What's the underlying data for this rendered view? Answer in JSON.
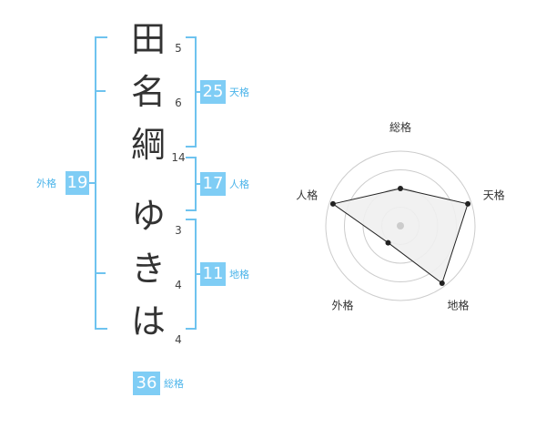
{
  "name": {
    "characters": [
      "田",
      "名",
      "綱",
      "ゆ",
      "き",
      "は"
    ],
    "strokes": [
      "5",
      "6",
      "14",
      "3",
      "4",
      "4"
    ]
  },
  "fortune": {
    "tenkaku": {
      "label": "天格",
      "value": "25"
    },
    "jinkaku": {
      "label": "人格",
      "value": "17"
    },
    "chikaku": {
      "label": "地格",
      "value": "11"
    },
    "gaikaku": {
      "label": "外格",
      "value": "19"
    },
    "soukaku": {
      "label": "総格",
      "value": "36"
    }
  },
  "radar": {
    "axes": [
      "総格",
      "天格",
      "地格",
      "外格",
      "人格"
    ],
    "levels": 4,
    "values": [
      0.5,
      0.95,
      0.95,
      0.28,
      0.95
    ],
    "fill_color": "#efefef",
    "stroke_color": "#222222",
    "grid_color": "#cccccc",
    "center_color": "#cccccc"
  }
}
